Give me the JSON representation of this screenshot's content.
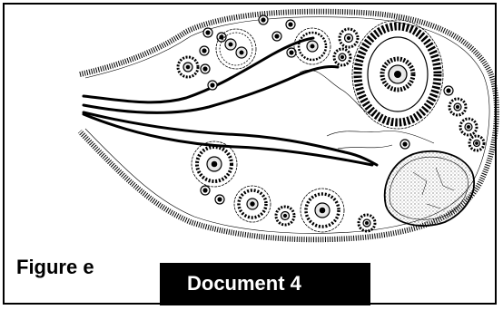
{
  "figure_label": "Figure e",
  "document_label": "Document 4",
  "colors": {
    "ink": "#000000",
    "background": "#ffffff"
  },
  "elements": [
    "ovary-outline",
    "blood-vessels",
    "primordial-follicles",
    "primary-follicles",
    "secondary-follicles",
    "mature-follicle",
    "corpus-luteum"
  ]
}
